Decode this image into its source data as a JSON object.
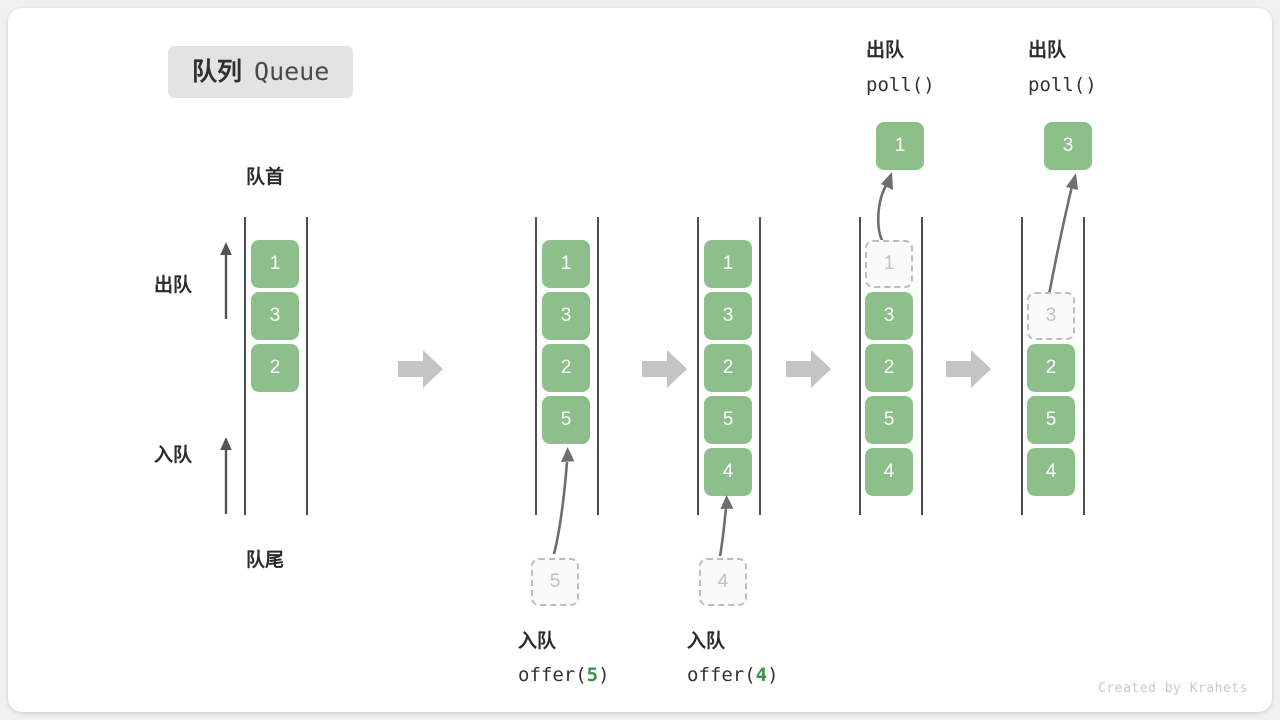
{
  "title": {
    "cn": "队列",
    "en": "Queue"
  },
  "labels": {
    "head": "队首",
    "tail": "队尾",
    "dequeue": "出队",
    "enqueue": "入队"
  },
  "credit": "Created by Krahets",
  "colors": {
    "element_fill": "#8cbf8a",
    "element_text": "#ffffff",
    "ghost_fill": "#fafafa",
    "ghost_border": "#bdbdbd",
    "ghost_text": "#c2c2c2",
    "wall": "#4d4d4d",
    "step_arrow": "#c4c4c4",
    "curve_arrow": "#6e6e6e",
    "accent_green_text": "#3f8f46",
    "badge_bg": "#e3e3e3",
    "text_dark": "#2b2b2b",
    "credit": "#c9c9c9"
  },
  "operations": {
    "offer5": {
      "cn": "入队",
      "call_prefix": "offer(",
      "arg": "5",
      "call_suffix": ")",
      "value": "5"
    },
    "offer4": {
      "cn": "入队",
      "call_prefix": "offer(",
      "arg": "4",
      "call_suffix": ")",
      "value": "4"
    },
    "poll1": {
      "cn": "出队",
      "call": "poll()",
      "result": "1"
    },
    "poll2": {
      "cn": "出队",
      "call": "poll()",
      "result": "3"
    }
  },
  "stages": [
    {
      "id": "initial",
      "items": [
        {
          "value": "1",
          "state": "filled"
        },
        {
          "value": "3",
          "state": "filled"
        },
        {
          "value": "2",
          "state": "filled"
        }
      ]
    },
    {
      "id": "after-offer-5",
      "items": [
        {
          "value": "1",
          "state": "filled"
        },
        {
          "value": "3",
          "state": "filled"
        },
        {
          "value": "2",
          "state": "filled"
        },
        {
          "value": "5",
          "state": "filled"
        }
      ]
    },
    {
      "id": "after-offer-4",
      "items": [
        {
          "value": "1",
          "state": "filled"
        },
        {
          "value": "3",
          "state": "filled"
        },
        {
          "value": "2",
          "state": "filled"
        },
        {
          "value": "5",
          "state": "filled"
        },
        {
          "value": "4",
          "state": "filled"
        }
      ]
    },
    {
      "id": "after-poll-1",
      "items": [
        {
          "value": "1",
          "state": "ghost"
        },
        {
          "value": "3",
          "state": "filled"
        },
        {
          "value": "2",
          "state": "filled"
        },
        {
          "value": "5",
          "state": "filled"
        },
        {
          "value": "4",
          "state": "filled"
        }
      ]
    },
    {
      "id": "after-poll-3",
      "items": [
        {
          "value": "3",
          "state": "ghost"
        },
        {
          "value": "2",
          "state": "filled"
        },
        {
          "value": "5",
          "state": "filled"
        },
        {
          "value": "4",
          "state": "filled"
        }
      ]
    }
  ],
  "pending_inputs": [
    {
      "value": "5",
      "state": "ghost"
    },
    {
      "value": "4",
      "state": "ghost"
    }
  ]
}
